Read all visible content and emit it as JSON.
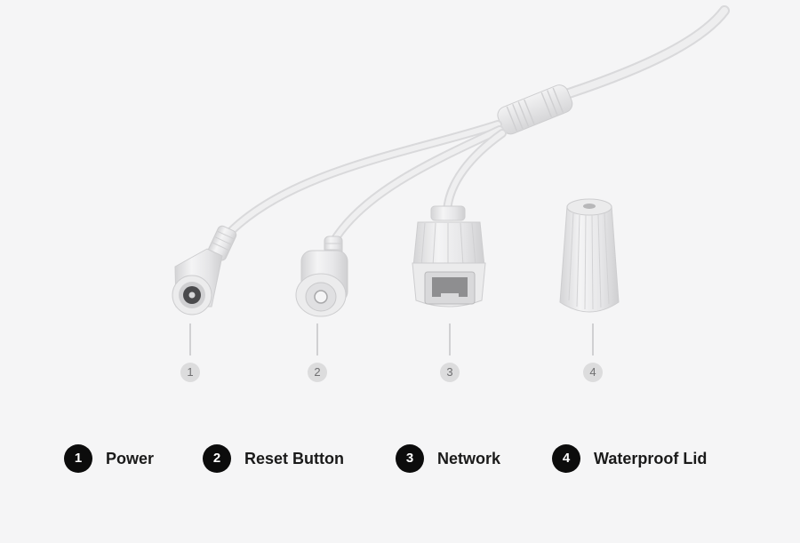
{
  "callouts": [
    {
      "number": "1"
    },
    {
      "number": "2"
    },
    {
      "number": "3"
    },
    {
      "number": "4"
    }
  ],
  "legend": [
    {
      "number": "1",
      "label": "Power"
    },
    {
      "number": "2",
      "label": "Reset Button"
    },
    {
      "number": "3",
      "label": "Network"
    },
    {
      "number": "4",
      "label": "Waterproof Lid"
    }
  ],
  "colors": {
    "background": "#f5f5f6",
    "cable": "#e3e3e4",
    "badge": "#0c0c0c",
    "callout_circle": "#dcdcdd"
  }
}
